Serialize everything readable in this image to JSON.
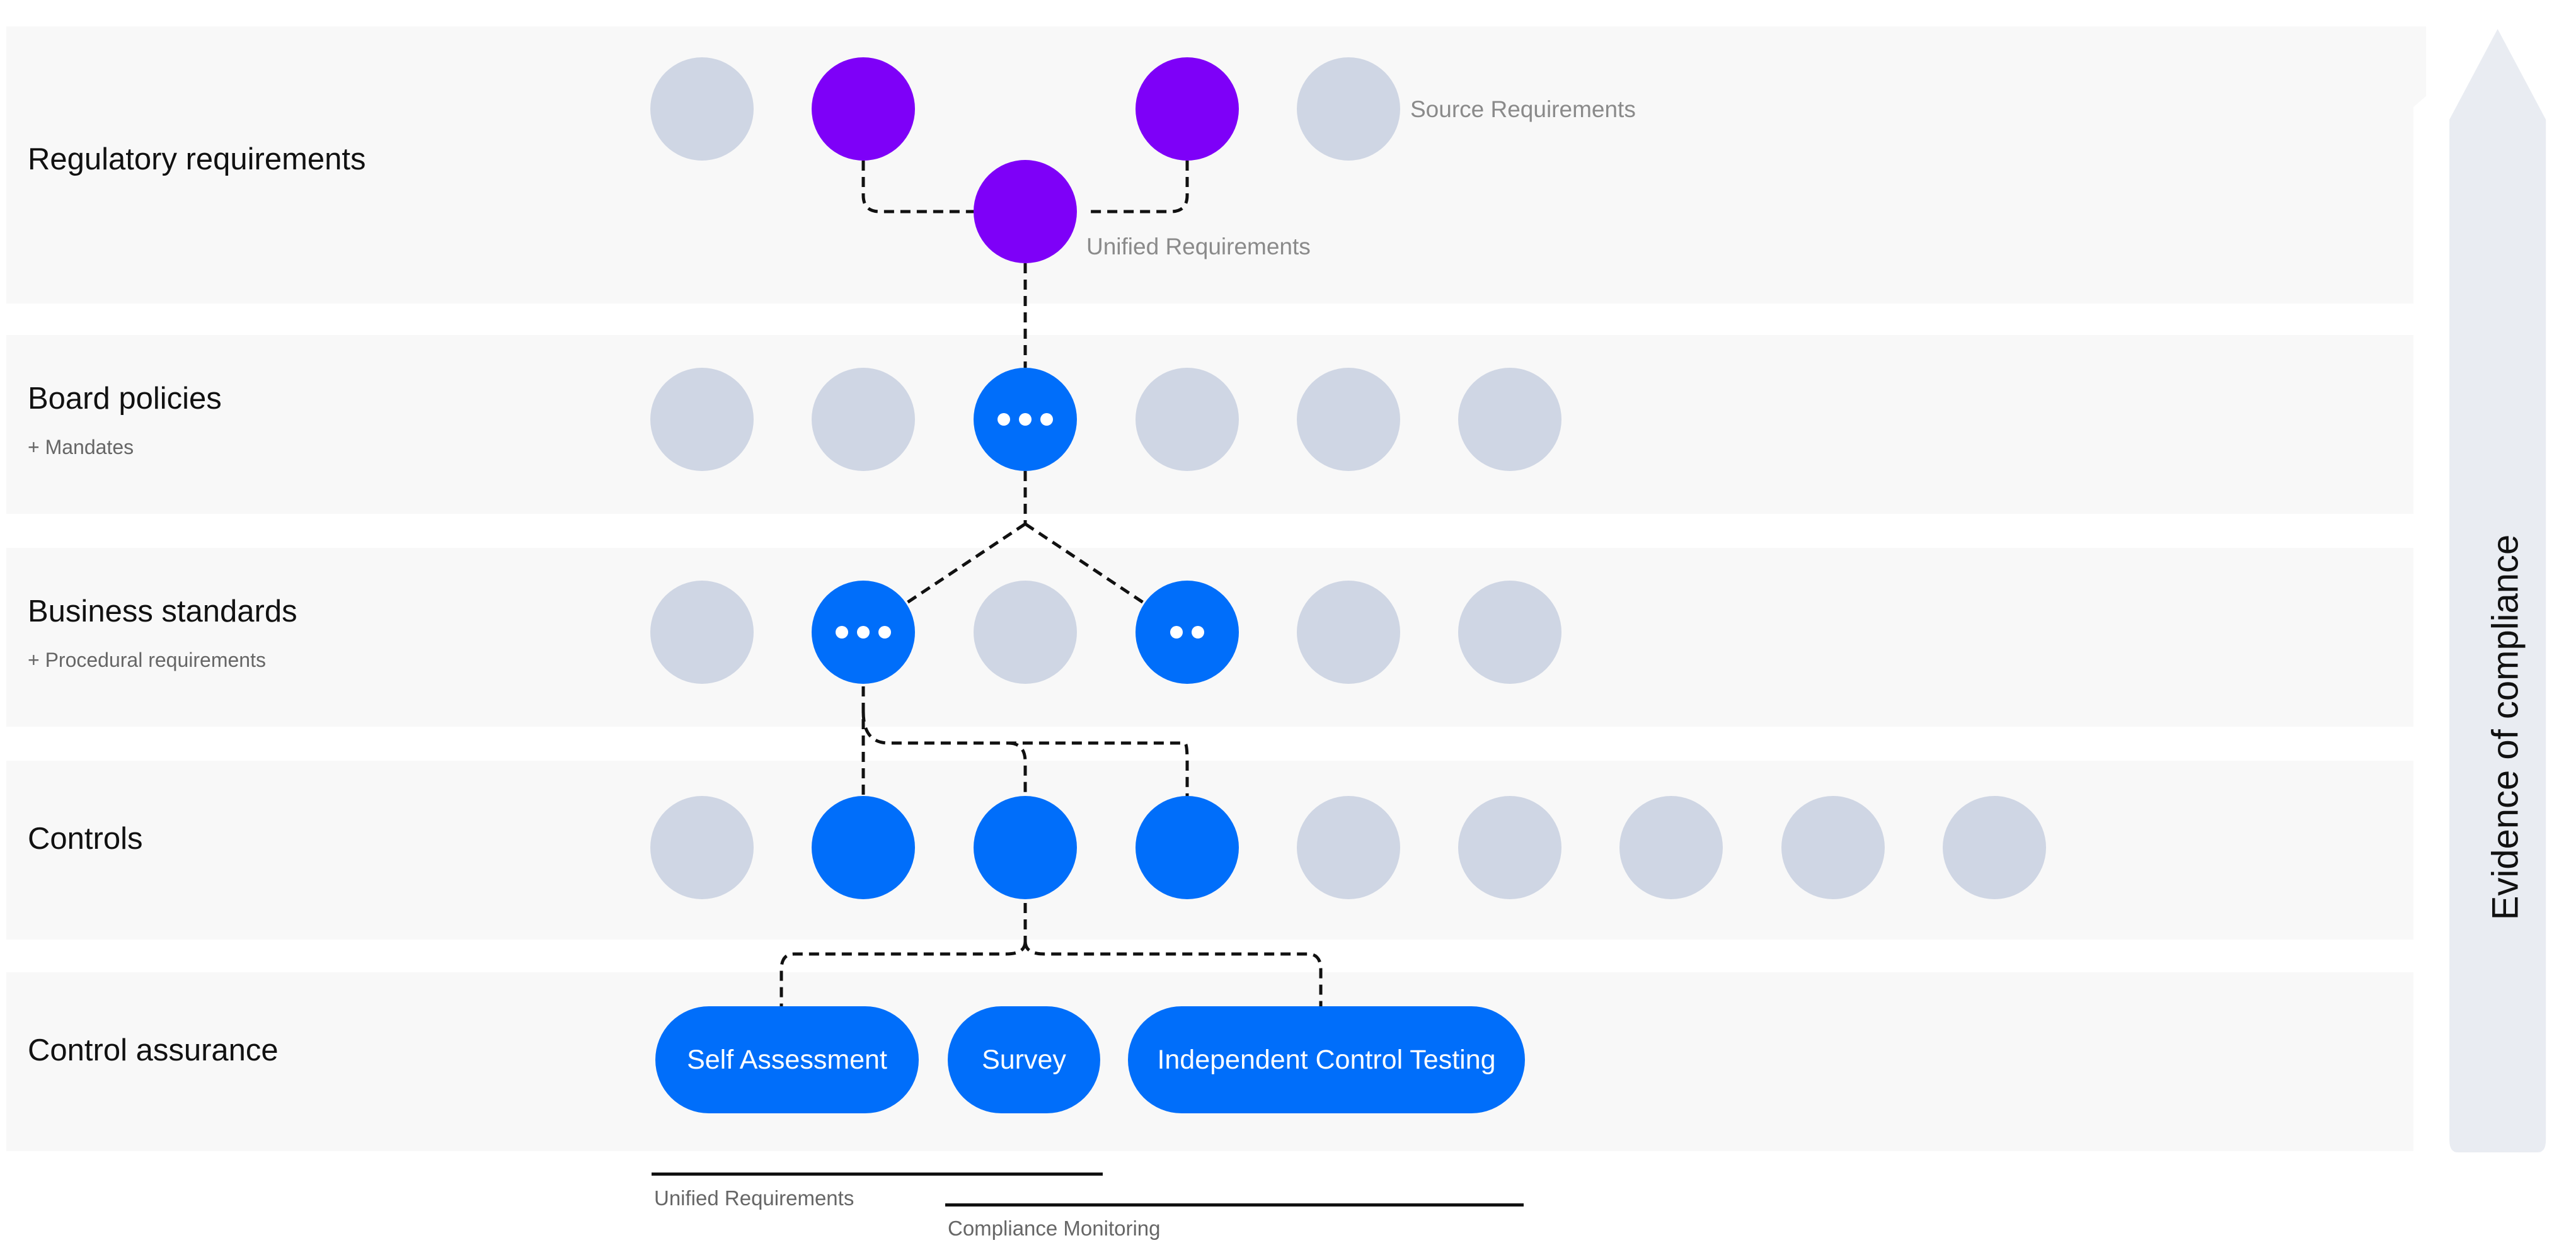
{
  "layers": {
    "regulatory": {
      "title": "Regulatory requirements"
    },
    "board": {
      "title": "Board policies",
      "subtitle": "+ Mandates"
    },
    "business": {
      "title": "Business standards",
      "subtitle": "+ Procedural requirements"
    },
    "controls": {
      "title": "Controls"
    },
    "assurance": {
      "title": "Control assurance"
    }
  },
  "node_labels": {
    "source": "Source Requirements",
    "unified": "Unified Requirements"
  },
  "assurance_methods": [
    "Self Assessment",
    "Survey",
    "Independent Control Testing"
  ],
  "ranges": {
    "unified": "Unified Requirements",
    "monitoring": "Compliance Monitoring"
  },
  "arrow": {
    "label": "Evidence of compliance"
  },
  "colors": {
    "purple": "#7e00f8",
    "blue": "#006efa",
    "inactive": "#cfd6e4",
    "band": "#f8f8f8",
    "arrow": "#e9ecf2"
  }
}
